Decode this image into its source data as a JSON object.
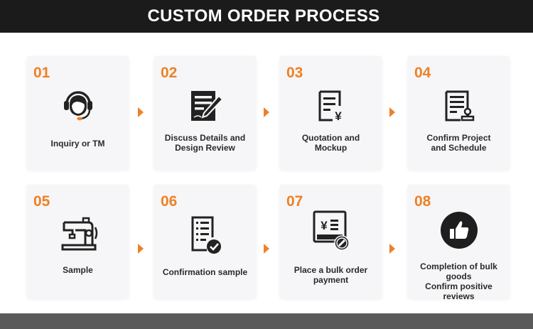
{
  "header": {
    "title": "CUSTOM ORDER PROCESS"
  },
  "colors": {
    "accent": "#ee8125",
    "header_bg": "#1b1b1b",
    "card_bg": "#f6f6f8",
    "footer_bg": "#5a5a5a"
  },
  "steps": [
    {
      "number": "01",
      "icon": "customer-service-headset-icon",
      "label_lines": [
        "Inquiry or TM"
      ]
    },
    {
      "number": "02",
      "icon": "document-edit-icon",
      "label_lines": [
        "Discuss Details and",
        "Design Review"
      ]
    },
    {
      "number": "03",
      "icon": "quotation-yen-icon",
      "label_lines": [
        "Quotation and",
        "Mockup"
      ]
    },
    {
      "number": "04",
      "icon": "document-stamp-icon",
      "label_lines": [
        "Confirm Project",
        "and Schedule"
      ]
    },
    {
      "number": "05",
      "icon": "sewing-machine-icon",
      "label_lines": [
        "Sample"
      ]
    },
    {
      "number": "06",
      "icon": "checklist-approved-icon",
      "label_lines": [
        "Confirmation sample"
      ]
    },
    {
      "number": "07",
      "icon": "payment-terminal-icon",
      "label_lines": [
        "Place a bulk order",
        "payment"
      ]
    },
    {
      "number": "08",
      "icon": "thumbs-up-icon",
      "label_lines": [
        "Completion of bulk goods",
        "Confirm positive reviews"
      ]
    }
  ]
}
